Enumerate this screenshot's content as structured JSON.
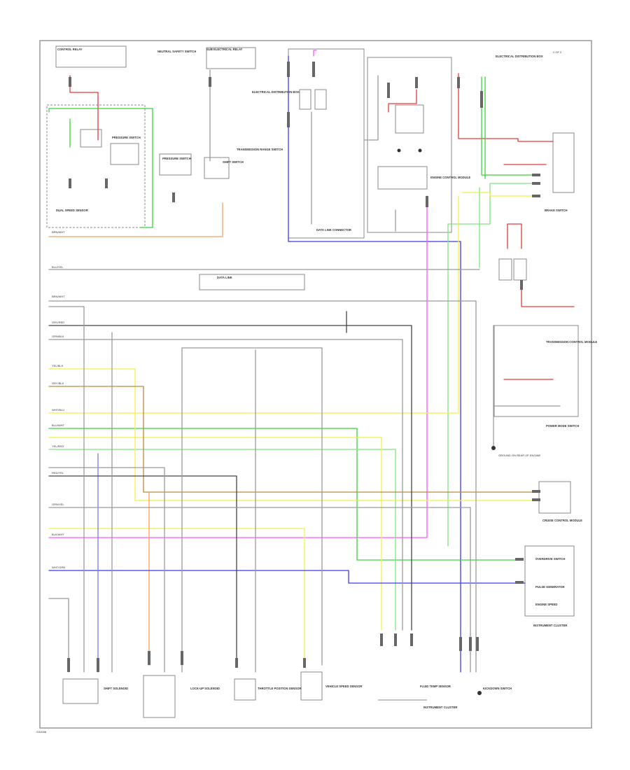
{
  "diagram": {
    "corner_label": "2 OF 2",
    "footer_code": "G32008",
    "ground_label": "GROUND ON REAR OF ENGINE",
    "colors": {
      "red": "#e63a3a",
      "green": "#3bd23b",
      "light_green": "#7fe37f",
      "blue": "#3a3ae6",
      "magenta": "#ff55ff",
      "yellow": "#f0f04a",
      "orange": "#f3a060",
      "brown": "#b88a3e",
      "dark_grey": "#444444",
      "grey": "#9a9a9a",
      "black": "#222222"
    },
    "components": [
      {
        "id": "c1",
        "label": "CONTROL RELAY"
      },
      {
        "id": "c2",
        "label": "PRESSURE SWITCH"
      },
      {
        "id": "c3",
        "label": "NEUTRAL SAFETY SWITCH"
      },
      {
        "id": "c4",
        "label": "SUB ELECTRICAL RELAY"
      },
      {
        "id": "c5",
        "label": "PRESSURE SWITCH"
      },
      {
        "id": "c6",
        "label": "TRANSMISSION RANGE SWITCH"
      },
      {
        "id": "c7",
        "label": "SHIFT SWITCH"
      },
      {
        "id": "c8",
        "label": "ELECTRICAL DISTRIBUTION BOX"
      },
      {
        "id": "c9",
        "label": "DATA LINK CONNECTOR"
      },
      {
        "id": "c10",
        "label": "ENGINE CONTROL MODULE"
      },
      {
        "id": "c11",
        "label": "DUAL SPEED SENSOR"
      },
      {
        "id": "c12",
        "label": "ELECTRICAL DISTRIBUTION BOX"
      },
      {
        "id": "c13",
        "label": "BRAKE SWITCH"
      },
      {
        "id": "c14",
        "label": "TRANSMISSION CONTROL MODULE"
      },
      {
        "id": "c15",
        "label": "POWER MODE SWITCH"
      },
      {
        "id": "c16",
        "label": "SHIFT SOLENOID"
      },
      {
        "id": "c17",
        "label": "LOCK-UP SOLENOID"
      },
      {
        "id": "c18",
        "label": "THROTTLE POSITION SENSOR"
      },
      {
        "id": "c19",
        "label": "VEHICLE SPEED SENSOR"
      },
      {
        "id": "c20",
        "label": "FLUID TEMP SENSOR"
      },
      {
        "id": "c21",
        "label": "KICKDOWN SWITCH"
      },
      {
        "id": "c22",
        "label": "CRUISE CONTROL MODULE"
      },
      {
        "id": "c23",
        "label": "OVERDRIVE SWITCH"
      },
      {
        "id": "c24",
        "label": "PULSE GENERATOR"
      },
      {
        "id": "c25",
        "label": "DATA LINK"
      },
      {
        "id": "c26",
        "label": "INSTRUMENT CLUSTER"
      },
      {
        "id": "c27",
        "label": "ENGINE SPEED"
      },
      {
        "id": "c28",
        "label": "INSTRUMENT CLUSTER"
      }
    ],
    "wire_labels": [
      {
        "id": "w1",
        "text": "BRN/WHT"
      },
      {
        "id": "w2",
        "text": "BLU/YEL"
      },
      {
        "id": "w3",
        "text": "BRN/WHT"
      },
      {
        "id": "w4",
        "text": "GRY/RED"
      },
      {
        "id": "w5",
        "text": "GRN/BLK"
      },
      {
        "id": "w6",
        "text": "YEL/BLK"
      },
      {
        "id": "w7",
        "text": "GRY/BLK"
      },
      {
        "id": "w8",
        "text": "WHT/BLU"
      },
      {
        "id": "w9",
        "text": "BLU/WHT"
      },
      {
        "id": "w10",
        "text": "YEL/RED"
      },
      {
        "id": "w11",
        "text": "RED/YEL"
      },
      {
        "id": "w12",
        "text": "GRN/YEL"
      },
      {
        "id": "w13",
        "text": "BLK/WHT"
      },
      {
        "id": "w14",
        "text": "WHT/GRN"
      }
    ]
  }
}
